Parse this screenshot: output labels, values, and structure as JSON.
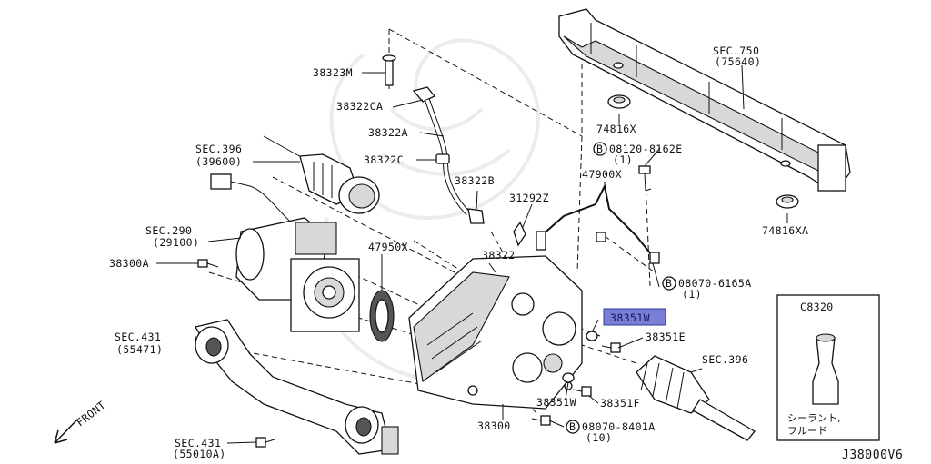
{
  "diagram_id": "J38000V6",
  "labels": {
    "p38323M": "38323M",
    "p38322CA": "38322CA",
    "p38322A": "38322A",
    "p38322C": "38322C",
    "p38322B": "38322B",
    "p31292Z": "31292Z",
    "p38322": "38322",
    "p47950X": "47950X",
    "p38300A": "38300A",
    "p38300": "38300",
    "p38351W_sel": "38351W",
    "p38351E": "38351E",
    "p38351W": "38351W",
    "p38351F": "38351F",
    "p74816X": "74816X",
    "p74816XA": "74816XA",
    "p47900X": "47900X",
    "b08120_code": "08120-8162E",
    "b08120_qty": "(1)",
    "b08070_6165_code": "08070-6165A",
    "b08070_6165_qty": "(1)",
    "b08070_8401_code": "08070-8401A",
    "b08070_8401_qty": "(10)",
    "circled_letter": "B",
    "sec750": "SEC.750",
    "sec750_sub": "(75640)",
    "sec396_top": "SEC.396",
    "sec396_top_sub": "(39600)",
    "sec290": "SEC.290",
    "sec290_sub": "(29100)",
    "sec431_top": "SEC.431",
    "sec431_top_sub": "(55471)",
    "sec431_bot": "SEC.431",
    "sec431_bot_sub": "(55010A)",
    "sec396_right": "SEC.396",
    "front": "FRONT",
    "inset_code": "C8320",
    "inset_text_1": "シーラント,",
    "inset_text_2": "フルード"
  },
  "colors": {
    "highlight_fill": "#7a7ed6",
    "highlight_stroke": "#2f3a9e",
    "line": "#111111",
    "watermark": "#ececec"
  }
}
